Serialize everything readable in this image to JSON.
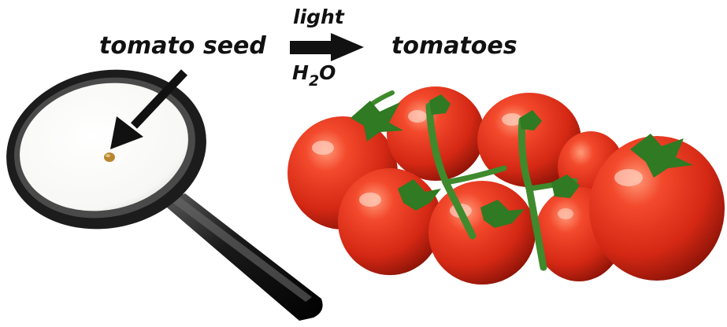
{
  "labels": {
    "input": "tomato seed",
    "output": "tomatoes",
    "condition_top": "light",
    "condition_bottom_main": "H",
    "condition_bottom_sub": "2",
    "condition_bottom_end": "O"
  },
  "colors": {
    "text": "#111111",
    "tomato": "#e0311e",
    "tomato_dark": "#a8180c",
    "tomato_highlight": "#ff8a6a",
    "stem": "#3f8a2c",
    "magnifier_frame": "#1c1c1c",
    "seed": "#b8862f"
  },
  "icons": {
    "pointer": "arrow-pointer-icon",
    "reaction": "right-arrow-icon",
    "magnifier": "magnifying-glass-icon",
    "seed": "seed-icon",
    "tomatoes": "tomato-cluster-icon"
  }
}
